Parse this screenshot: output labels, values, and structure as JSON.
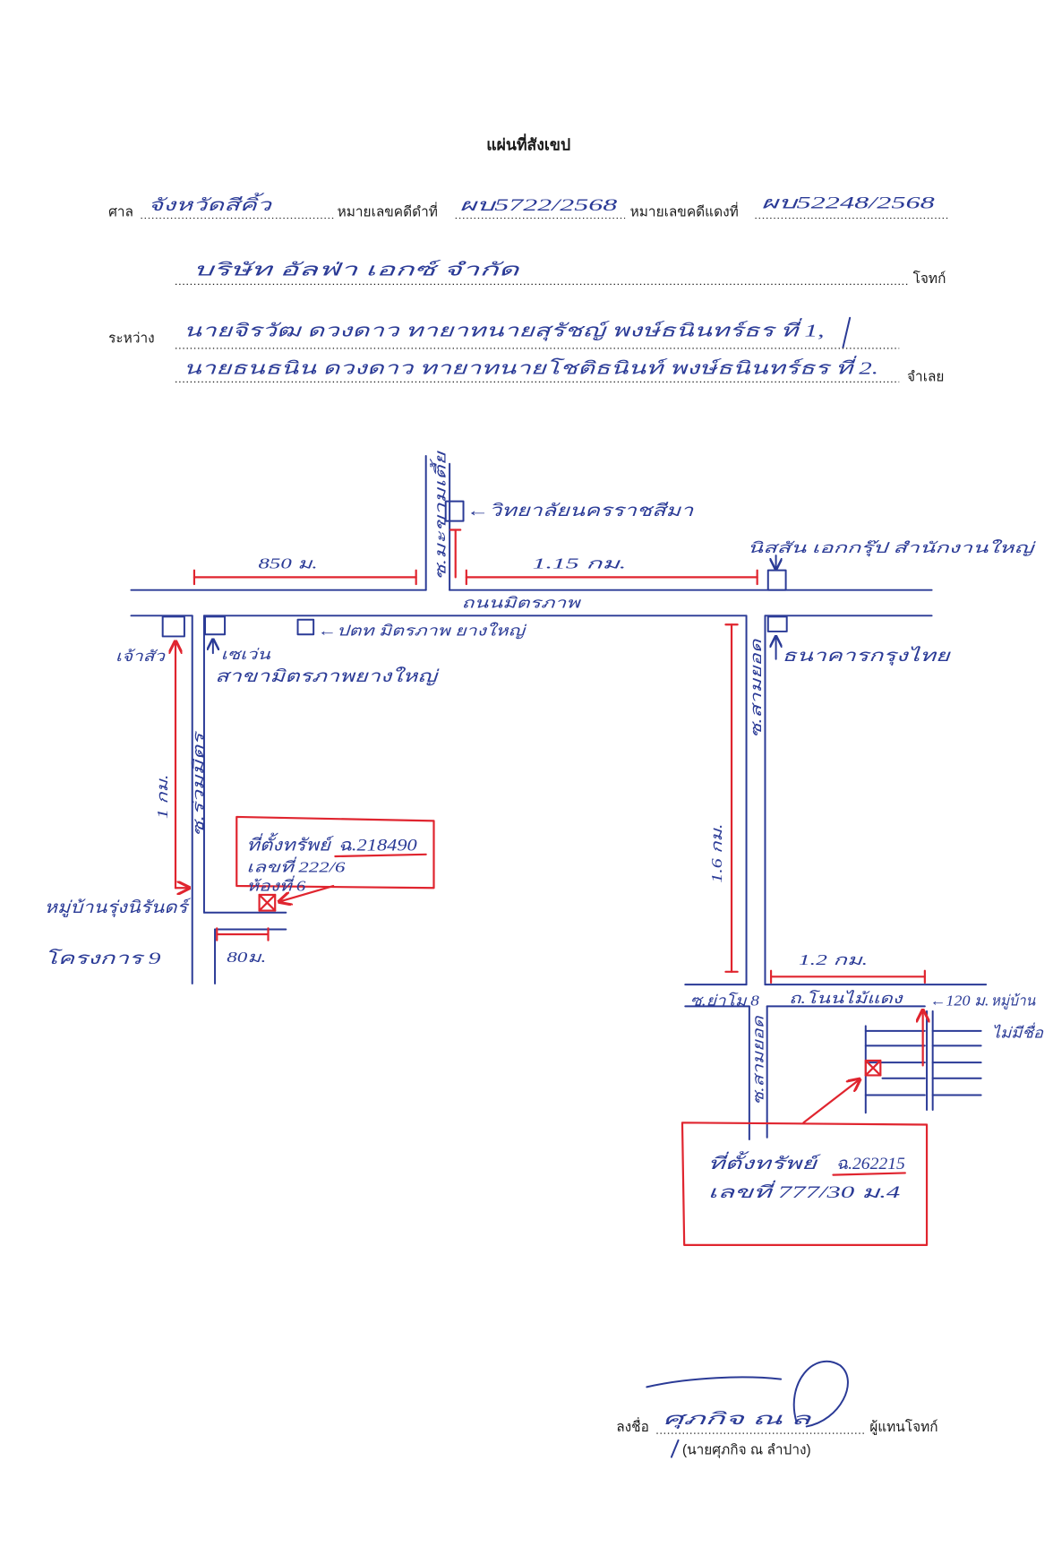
{
  "form": {
    "title": "แผ่นที่สังเขป",
    "court_label": "ศาล",
    "court_value": "จังหวัดสีคิ้ว",
    "black_case_label": "หมายเลขคดีดำที่",
    "black_case_value": "ผบ5722/2568",
    "red_case_label": "หมายเลขคดีแดงที่",
    "red_case_value": "ผบ52248/2568",
    "plaintiff_value": "บริษัท อัลฟ่า เอกซ์ จำกัด",
    "plaintiff_label": "โจทก์",
    "between_label": "ระหว่าง",
    "defendant_line_1": "นายจิรวัฒ ดวงดาว ทายาทนายสุรัชญ์ พงษ์ธนินทร์ธร ที่ 1,",
    "defendant_line_2": "นายธนธนิน ดวงดาว ทายาทนายโชติธนินท์ พงษ์ธนินทร์ธร ที่ 2.",
    "defendant_label": "จำเลย"
  },
  "map": {
    "main_road": "ถนนมิตรภาพ",
    "top_soi": "ซ.มะขามเตี้ย",
    "left_soi": "ซ.ร่วมมิตร",
    "right_soi": "ซ.สามยอด",
    "right_soi_lower": "ซ.สามยอด",
    "lower_left_soi": "ซ.ย่าโม 8",
    "lower_road": "ถ.โนนไม้แดง",
    "landmarks": {
      "college": "←วิทยาลัยนครราชสีมา",
      "nissan": "นิสสัน เอกกรุ๊ป สำนักงานใหญ่",
      "chaosua": "เจ้าสัว",
      "seven_line_1": "เซเว่น",
      "seven_line_2": "สาขามิตรภาพยางใหญ่",
      "ptt": "←ปตท มิตรภาพ ยางใหญ่",
      "krungthai": "ธนาคารกรุงไทย",
      "village_left": "หมู่บ้านรุ่งนิรันดร์",
      "project": "โครงการ 9",
      "village_right_distance": "←120 ม.",
      "village_right_line_1": "หมู่บ้าน",
      "village_right_line_2": "ไม่มีชื่อ"
    },
    "distances": {
      "west_on_main": "850 ม.",
      "east_on_main": "1.15 กม.",
      "left_soi": "1 กม.",
      "alley_left": "80ม.",
      "right_soi": "1.6 กม.",
      "lower_road": "1.2 กม."
    },
    "property_1": {
      "label": "ที่ตั้งทรัพย์",
      "deed": "ฉ.218490",
      "house_no": "เลขที่ 222/6",
      "unit": "ห้องที่ 6"
    },
    "property_2": {
      "label": "ที่ตั้งทรัพย์",
      "deed": "ฉ.262215",
      "house_no": "เลขที่ 777/30 ม.4"
    }
  },
  "signature": {
    "sign_label": "ลงชื่อ",
    "signature": "ศุภกิจ ณ ล",
    "role": "ผู้แทนโจทก์",
    "printed_name": "(นายศุภกิจ ณ ลำปาง)"
  },
  "colors": {
    "ink_blue": "#2a3a96",
    "ink_red": "#e0252f",
    "print": "#1a1a1a",
    "paper": "#ffffff"
  }
}
